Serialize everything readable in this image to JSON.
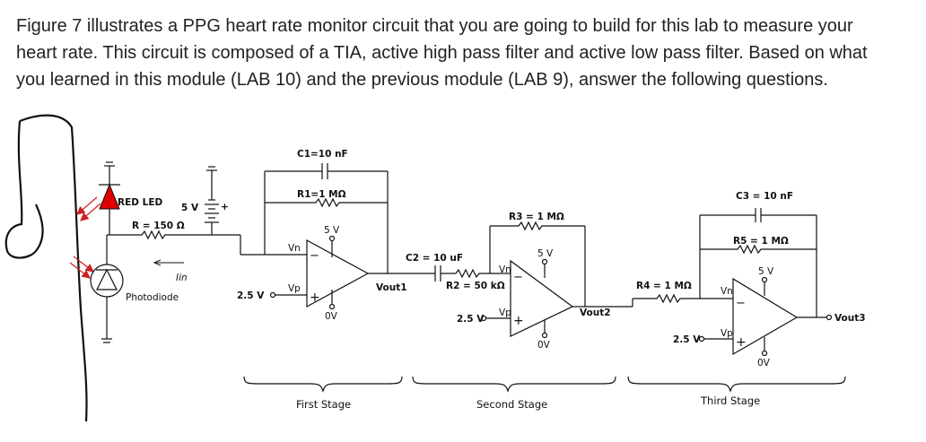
{
  "intro": {
    "line1": "Figure 7 illustrates a PPG heart rate monitor circuit that you are going to build for this lab to measure your",
    "line2": "heart rate. This circuit is composed of a TIA, active high pass filter and active low pass filter. Based on what",
    "line3": "you learned in this module (LAB 10) and the previous module (LAB 9), answer the following questions."
  },
  "circuit": {
    "led_label": "RED LED",
    "supply_label": "5 V",
    "r_led_label": "R = 150 Ω",
    "current_label": "Iin",
    "photodiode_label": "Photodiode",
    "stage1": {
      "c1": "C1=10 nF",
      "r1": "R1=1 MΩ",
      "vn": "Vn",
      "vp": "Vp",
      "vplus": "5 V",
      "vminus": "0V",
      "bias": "2.5 V",
      "out": "Vout1",
      "plus": "+",
      "minus": "−",
      "name": "First Stage"
    },
    "stage2": {
      "c2": "C2 = 10 uF",
      "r2": "R2 = 50 kΩ",
      "r3": "R3 = 1 MΩ",
      "vn": "Vn",
      "vp": "Vp",
      "vplus": "5 V",
      "vminus": "0V",
      "bias": "2.5 V",
      "out": "Vout2",
      "plus": "+",
      "minus": "−",
      "name": "Second Stage"
    },
    "stage3": {
      "c3": "C3 = 10 nF",
      "r5": "R5 = 1 MΩ",
      "r4": "R4 = 1 MΩ",
      "vn": "Vn",
      "vp": "Vp",
      "vplus": "5 V",
      "vminus": "0V",
      "bias": "2.5 V",
      "out": "Vout3",
      "plus": "+",
      "minus": "−",
      "name": "Third Stage"
    }
  }
}
